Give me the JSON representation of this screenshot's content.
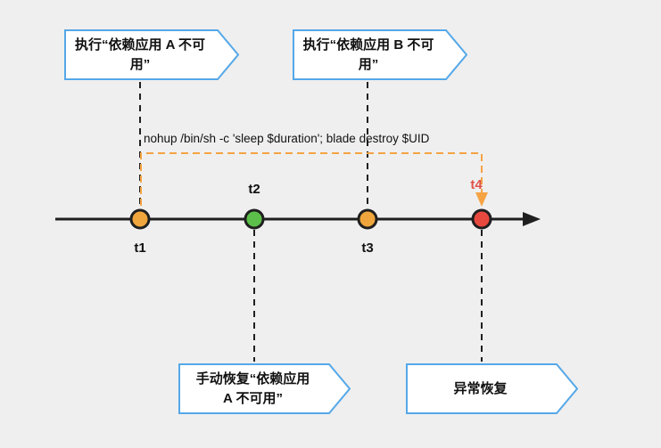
{
  "diagram_title": "fault-injection-recovery-timeline",
  "colors": {
    "background": "#efefef",
    "banner_border": "#55a8e8",
    "banner_fill": "#ffffff",
    "axis_and_connectors": "#1f1f1f",
    "bracket_orange": "#f5a343",
    "dot_stroke": "#1f1f1f",
    "t4_label_red": "#e0524a"
  },
  "banners": {
    "top_a": "执行“依赖应用 A 不可用”",
    "top_b": "执行“依赖应用 B 不可用”",
    "bottom_manual": "手动恢复“依赖应用 A 不可用”",
    "bottom_abnormal": "异常恢复"
  },
  "command_annotation": "nohup /bin/sh -c 'sleep $duration'; blade destroy $UID",
  "timeline": {
    "direction": "left-to-right",
    "points": [
      {
        "label": "t1",
        "color": "#f0a63c",
        "label_position": "below"
      },
      {
        "label": "t2",
        "color": "#5cbf4a",
        "label_position": "above"
      },
      {
        "label": "t3",
        "color": "#f0a63c",
        "label_position": "below"
      },
      {
        "label": "t4",
        "color": "#e8493f",
        "label_position": "above"
      }
    ]
  }
}
